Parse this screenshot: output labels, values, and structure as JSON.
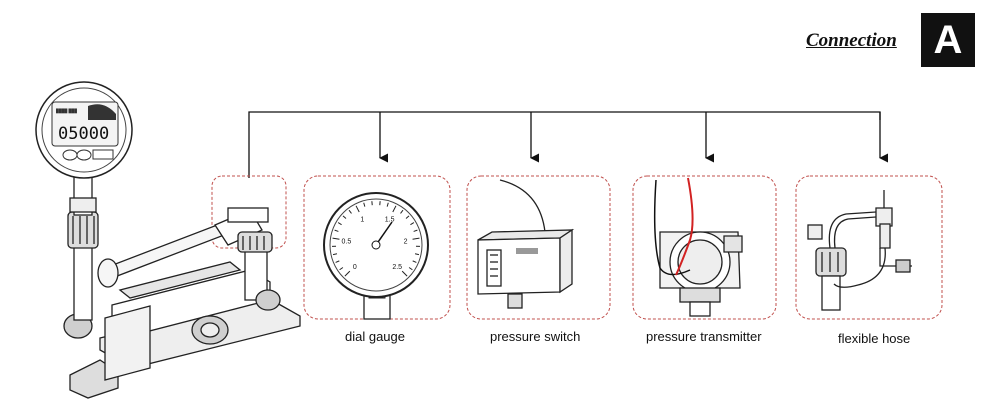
{
  "header": {
    "title": "Connection",
    "badge": "A"
  },
  "gauge": {
    "reading": "05000",
    "scale_ticks": [
      "0.5",
      "1",
      "1.5",
      "2",
      "2.5",
      "0"
    ]
  },
  "devices": [
    {
      "label": "dial gauge",
      "icon": "dial-gauge-icon"
    },
    {
      "label": "pressure switch",
      "icon": "pressure-switch-icon"
    },
    {
      "label": "pressure transmitter",
      "icon": "pressure-transmitter-icon"
    },
    {
      "label": "flexible hose",
      "icon": "flexible-hose-icon"
    }
  ],
  "colors": {
    "box_border": "#c0504d",
    "line": "#111111",
    "wire_red": "#d22222"
  }
}
